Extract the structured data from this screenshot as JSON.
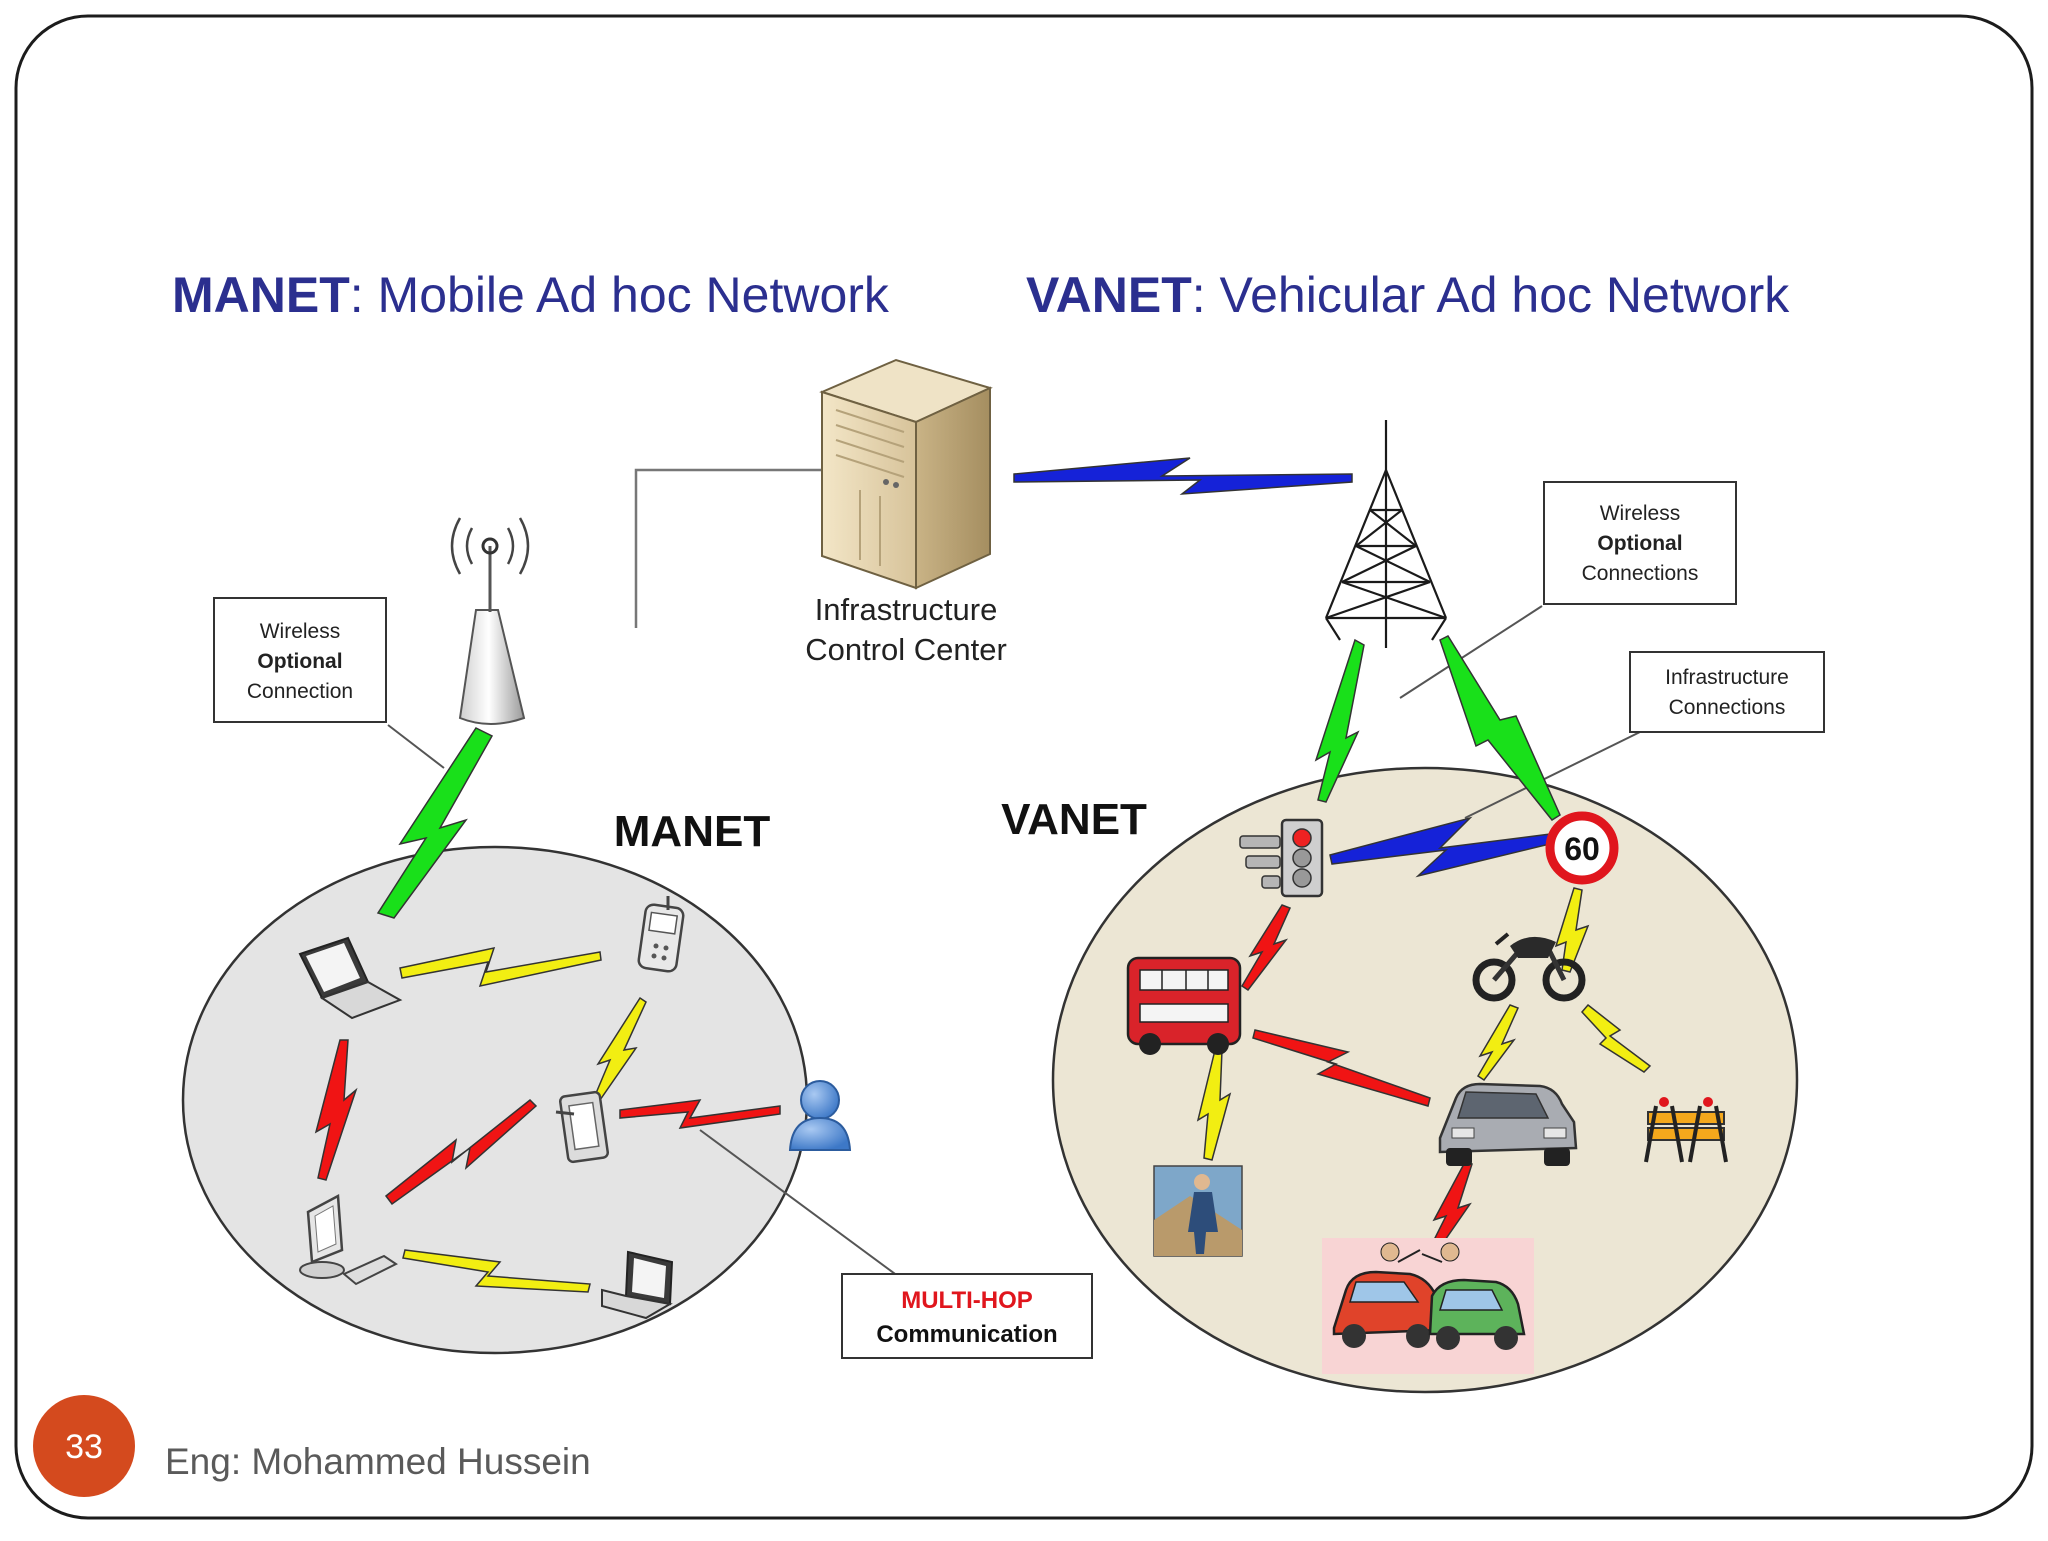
{
  "titles": {
    "manet_abbr": "MANET",
    "manet_full": ": Mobile Ad hoc Network",
    "vanet_abbr": "VANET",
    "vanet_full": ": Vehicular Ad hoc Network"
  },
  "infrastructure": {
    "line1": "Infrastructure",
    "line2": "Control Center"
  },
  "callouts": {
    "manet_wireless": [
      "Wireless",
      "Optional",
      "Connection"
    ],
    "vanet_wireless": [
      "Wireless",
      "Optional",
      "Connections"
    ],
    "vanet_infra": [
      "Infrastructure",
      "Connections"
    ],
    "multihop": [
      "MULTI-HOP",
      "Communication"
    ]
  },
  "clouds": {
    "manet_label": "MANET",
    "vanet_label": "VANET"
  },
  "speed_sign": "60",
  "slide": {
    "number": "33",
    "author": "Eng: Mohammed Hussein"
  },
  "colors": {
    "title_blue": "#2b2f8f",
    "link_green": "#19e01a",
    "link_blue": "#1522d8",
    "link_red": "#f01414",
    "link_yellow": "#f2ee12",
    "slide_badge": "#d44a1e",
    "multihop_red": "#e0161d"
  },
  "icons": [
    "access-point-icon",
    "server-icon",
    "tower-icon",
    "laptop-icon",
    "cellphone-icon",
    "tablet-icon",
    "user-icon",
    "desktop-computer-icon",
    "traffic-light-icon",
    "speed-limit-sign-icon",
    "bus-icon",
    "motorcycle-icon",
    "suv-icon",
    "road-barrier-icon",
    "pedestrian-icon",
    "car-crash-icon"
  ]
}
